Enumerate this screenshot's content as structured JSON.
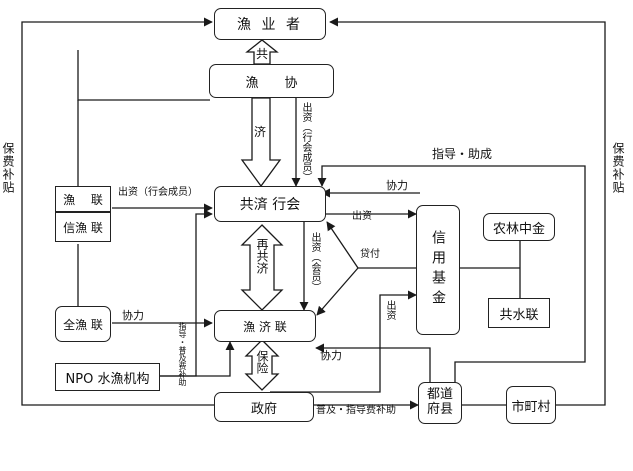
{
  "nodes": {
    "fisher": "漁 业 者",
    "fishery_assoc": "漁　　协",
    "kyosai_kumiai": "共済 行会",
    "gyoren": "漁　 联",
    "shingyoren": "信漁 联",
    "zengyoren": "全漁 联",
    "kyosairen": "漁 济 联",
    "npo": "NPO 水漁机构",
    "government": "政府",
    "credit_fund": "信用基金",
    "norin_chukin": "农林中金",
    "kyosuiren": "共水联",
    "prefecture": "都道府县",
    "municipality": "市町村"
  },
  "labels": {
    "kyo": "共",
    "sai": "济",
    "saikyosai": "再共济",
    "hoken": "保险",
    "shishi_gyokai_v": "出资（行会成员）",
    "shishi_gyokai_h": "出资（行会成员）",
    "shishi_kaiin": "出资（会员）",
    "shishi_1": "出资",
    "shishi_2": "出资",
    "kashitsuke": "贷付",
    "kyoryoku_1": "协力",
    "kyoryoku_2": "协力",
    "kyoryoku_3": "协力",
    "shido_josei": "指导・助成",
    "fukyu_shido": "普及・指导费补助",
    "shido_fukyu_v": "指导・普及费补助",
    "hoken_hojo_left": "保费补贴",
    "hoken_hojo_right": "保费补贴"
  },
  "colors": {
    "line": "#1a1a1a",
    "accent": "#3a6fb3"
  }
}
